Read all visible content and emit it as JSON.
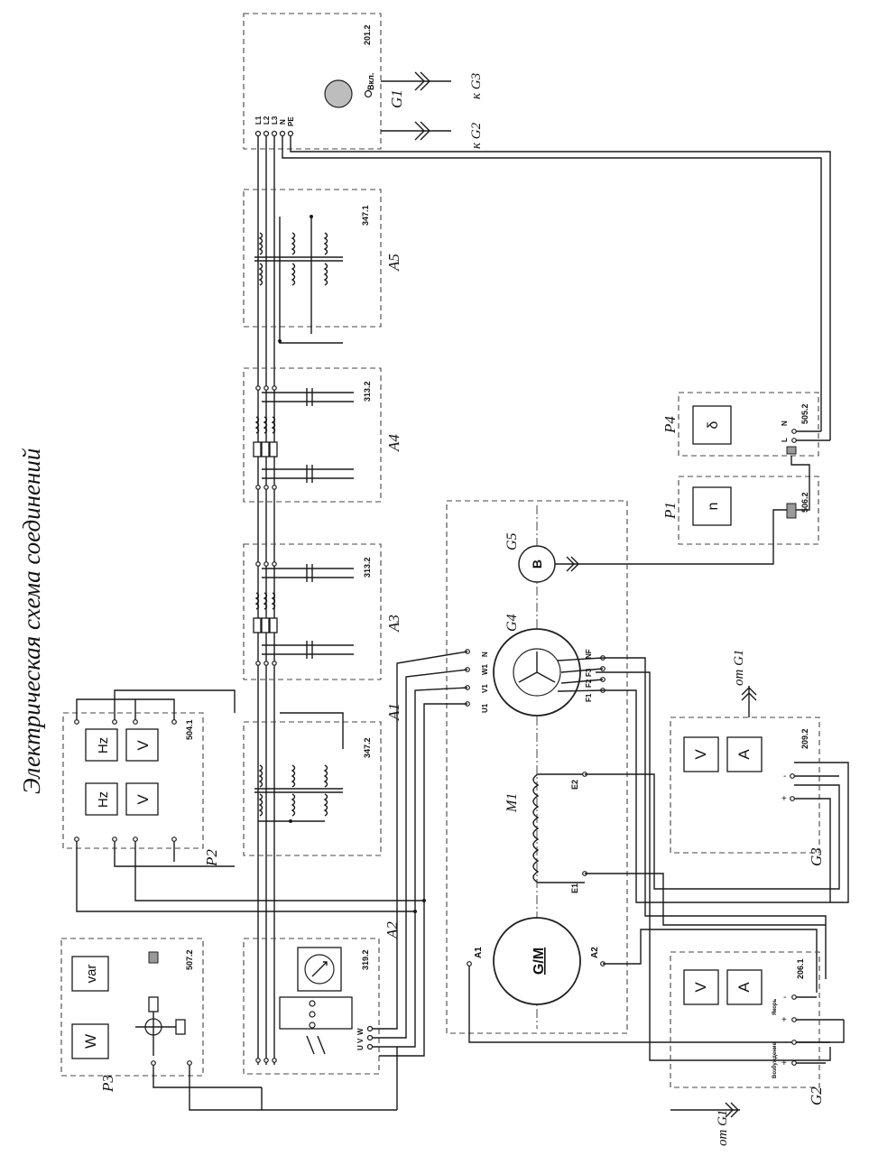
{
  "title": "Электрическая схема соединений",
  "modules": {
    "G1": {
      "code": "201.2",
      "label": "G1",
      "power_button": "Вкл.",
      "terminals": [
        "L1",
        "L2",
        "L3",
        "N",
        "PE"
      ],
      "out_g2": "к G2",
      "out_g3": "к G3"
    },
    "A5": {
      "code": "347.1",
      "label": "A5"
    },
    "A4": {
      "code": "313.2",
      "label": "A4"
    },
    "A3": {
      "code": "313.2",
      "label": "A3"
    },
    "A1": {
      "code": "347.2",
      "label": "A1"
    },
    "A2": {
      "code": "319.2",
      "label": "A2",
      "terminals": [
        "U",
        "V",
        "W"
      ]
    },
    "P2": {
      "code": "504.1",
      "label": "P2",
      "meters": [
        "Hz",
        "V",
        "Hz",
        "V"
      ]
    },
    "P3": {
      "code": "507.2",
      "label": "P3",
      "meters": [
        "W",
        "var"
      ]
    },
    "P4": {
      "code": "505.2",
      "label": "P4",
      "meter": "δ",
      "terminals": [
        "L",
        "N"
      ]
    },
    "P1": {
      "code": "506.2",
      "label": "P1",
      "meter": "n"
    },
    "G3": {
      "code": "209.2",
      "label": "G3",
      "meters": [
        "V",
        "A"
      ],
      "from": "от G1"
    },
    "G2": {
      "code": "206.1",
      "label": "G2",
      "meters": [
        "V",
        "A"
      ],
      "armature": "Якорь",
      "excitation": "Возбуждение",
      "from": "от G1"
    }
  },
  "machines": {
    "G4": {
      "label": "G4",
      "terminals_left": [
        "U1",
        "V1",
        "W1",
        "N"
      ],
      "terminals_right": [
        "F1",
        "F2",
        "F3",
        "NF"
      ]
    },
    "G5": {
      "label": "G5",
      "symbol": "B"
    },
    "M1": {
      "label": "M1",
      "terminals": [
        "E1",
        "E2"
      ],
      "machine": "G/M",
      "arm_terminals": [
        "A1",
        "A2"
      ]
    }
  }
}
